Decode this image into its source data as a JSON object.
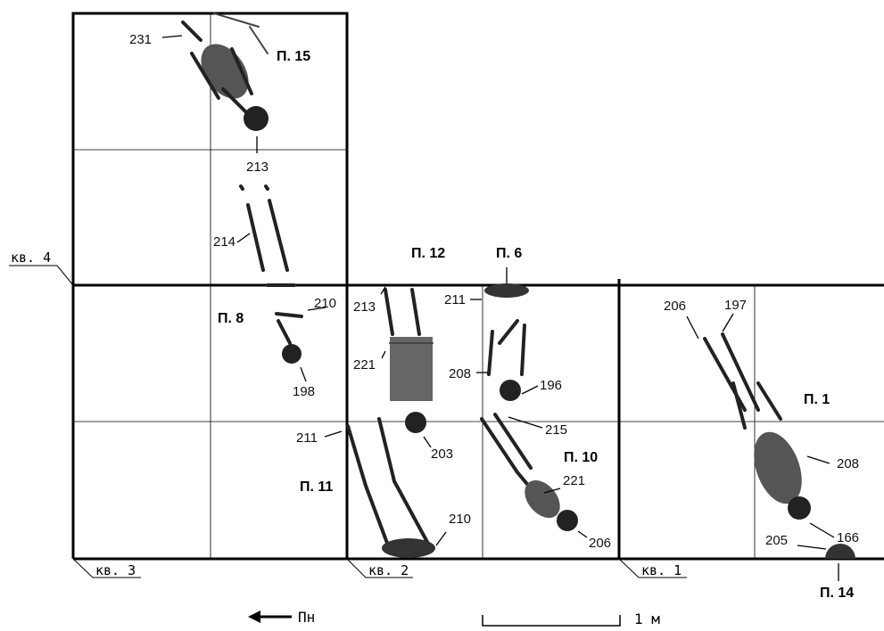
{
  "squares": {
    "sq1": "кв. 1",
    "sq2": "кв. 2",
    "sq3": "кв. 3",
    "sq4": "кв. 4"
  },
  "burials": {
    "b1": "П. 1",
    "b6": "П. 6",
    "b8": "П. 8",
    "b10": "П. 10",
    "b11": "П. 11",
    "b12": "П. 12",
    "b14": "П. 14",
    "b15": "П. 15"
  },
  "depths": {
    "d231": "231",
    "d213a": "213",
    "d214": "214",
    "d210a": "210",
    "d198": "198",
    "d213b": "213",
    "d221a": "221",
    "d203": "203",
    "d211a": "211",
    "d210b": "210",
    "d211b": "211",
    "d208a": "208",
    "d196": "196",
    "d215": "215",
    "d221b": "221",
    "d206a": "206",
    "d206b": "206",
    "d197": "197",
    "d208b": "208",
    "d205": "205",
    "d166": "166"
  },
  "legend": {
    "north": "Пн",
    "scale": "1 м"
  }
}
